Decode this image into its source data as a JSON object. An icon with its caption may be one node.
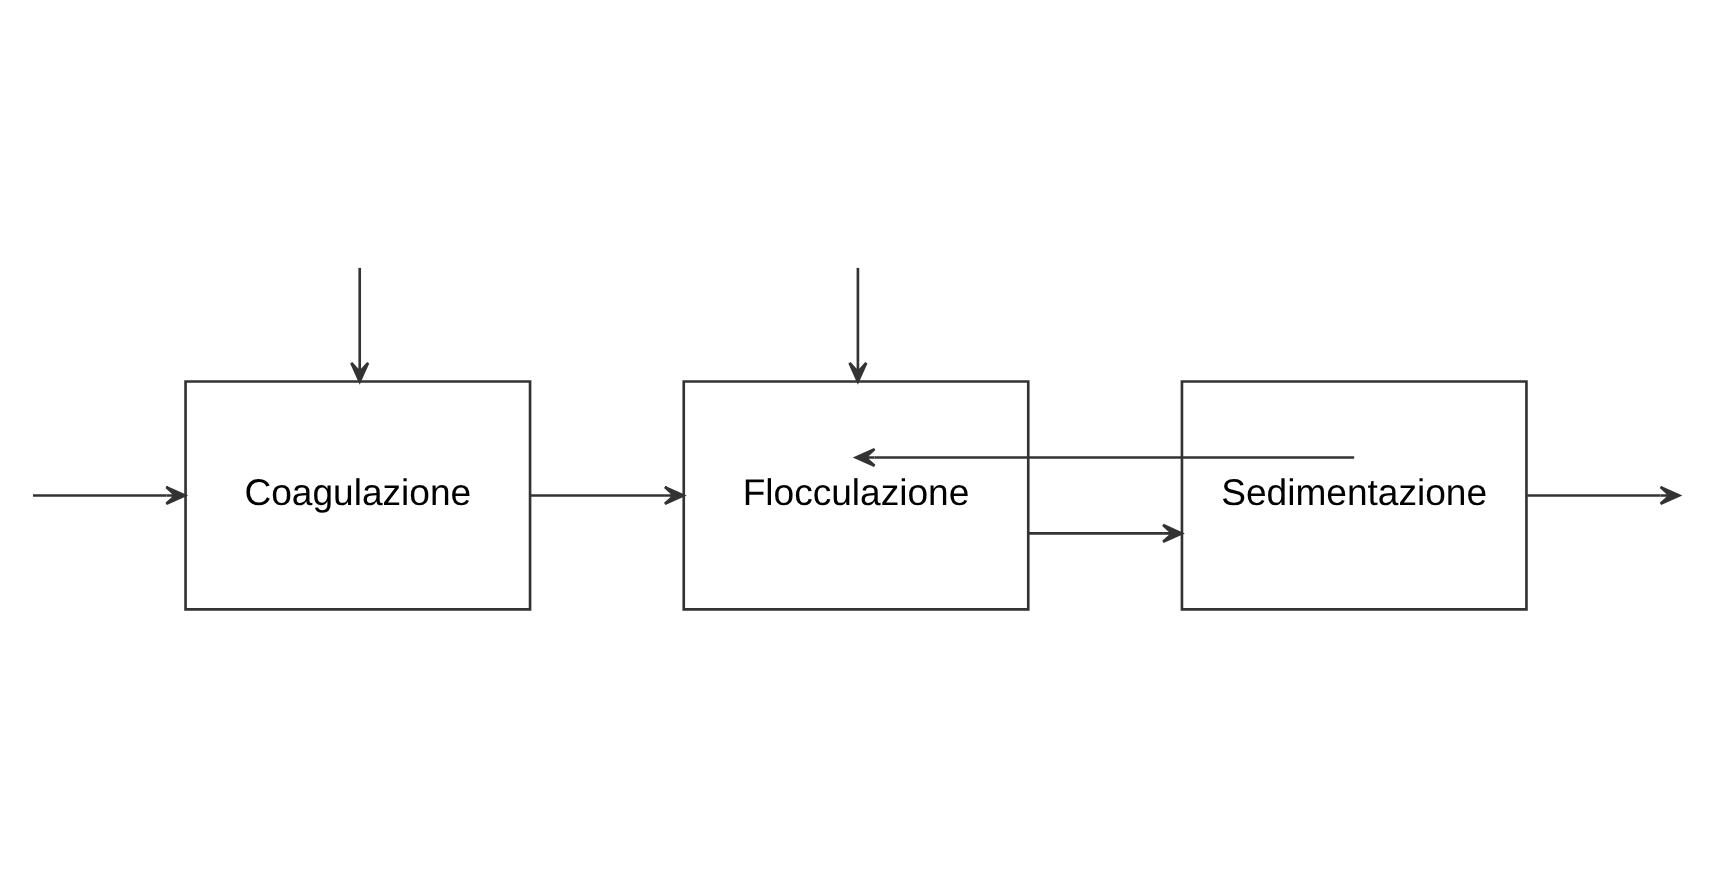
{
  "diagram": {
    "nodes": [
      {
        "text": [
          "Coagulazione"
        ]
      },
      {
        "text": [
          "Flocculazione"
        ]
      },
      {
        "text": [
          "Sedimentazione"
        ]
      }
    ],
    "edges": [
      {
        "from": null,
        "to": 0,
        "arrow": "to"
      },
      {
        "from": null,
        "to": 0,
        "arrow": "to"
      },
      {
        "from": 0,
        "to": 1,
        "arrow": "to"
      },
      {
        "from": null,
        "to": 1,
        "arrow": "to"
      },
      {
        "from": 1,
        "to": 2,
        "arrow": "to"
      },
      {
        "from": 2,
        "to": null,
        "arrow": "to"
      },
      {
        "from": 2,
        "to": 1,
        "arrow": "to"
      }
    ]
  }
}
